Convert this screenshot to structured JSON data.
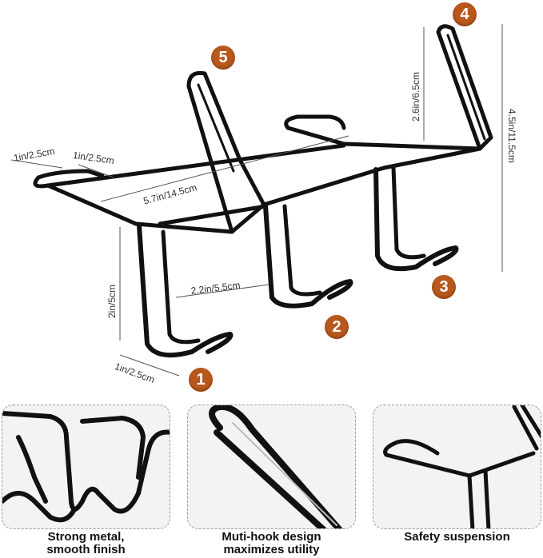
{
  "dimensions": {
    "hook_width_left": "1in/2.5cm",
    "hook_width_right": "1in/2.5cm",
    "bar_length": "5.7in/14.5cm",
    "top_hook_height": "2.6in/6.5cm",
    "total_height": "4.5in/11.5cm",
    "hook_drop": "2in/5cm",
    "hook_spacing": "2.2in/5.5cm",
    "hook_depth": "1in/2.5cm"
  },
  "badges": [
    "1",
    "2",
    "3",
    "4",
    "5"
  ],
  "badge_color": "#b8581c",
  "metal_color": "#111111",
  "features": [
    {
      "caption_line1": "Strong metal,",
      "caption_line2": "smooth finish"
    },
    {
      "caption_line1": "Muti-hook design",
      "caption_line2": "maximizes utility"
    },
    {
      "caption_line1": "Safety suspension",
      "caption_line2": ""
    }
  ]
}
